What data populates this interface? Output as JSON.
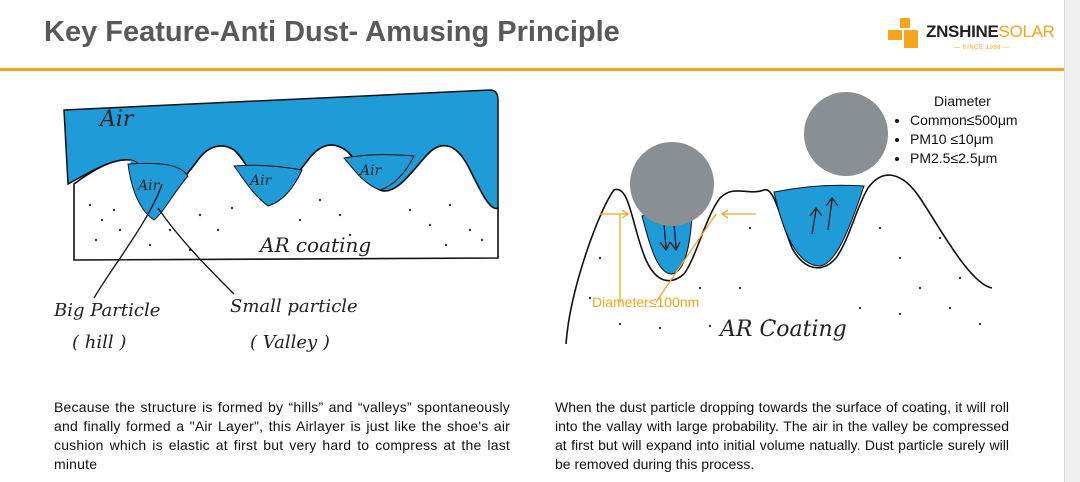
{
  "header": {
    "title": "Key Feature-Anti Dust- Amusing Principle",
    "logo_name": "ZNSHINE",
    "logo_accent": "SOLAR",
    "logo_since": "— SINCE 1988 —",
    "accent_color": "#f5a51c"
  },
  "left_diagram": {
    "air_top_label": "Air",
    "air_pocket_labels": [
      "Air",
      "Air",
      "Air"
    ],
    "coating_label": "AR coating",
    "big_particle_label": [
      "Big Particle",
      "( hill )"
    ],
    "small_particle_label": [
      "Small particle",
      "( Valley )"
    ],
    "air_color": "#1f9bd7"
  },
  "right_diagram": {
    "coating_label": "AR Coating",
    "dimension_label": "Diameter≤100nm",
    "particle_color": "#8a8f93"
  },
  "legend": {
    "heading": "Diameter",
    "items": [
      "Common≤500μm",
      "PM10 ≤10μm",
      "PM2.5≤2.5μm"
    ]
  },
  "paragraphs": {
    "left": "Because the structure is formed by “hills” and “valleys” spontaneously and finally formed a \"Air Layer\", this Airlayer is just like the shoe's air cushion which is elastic at first but very hard to compress at the last minute",
    "right": "When the dust particle dropping towards the surface of coating, it will roll into the vallay with large probability. The air in the valley be compressed at first but will expand into initial volume natually. Dust particle surely will be removed during this process."
  }
}
